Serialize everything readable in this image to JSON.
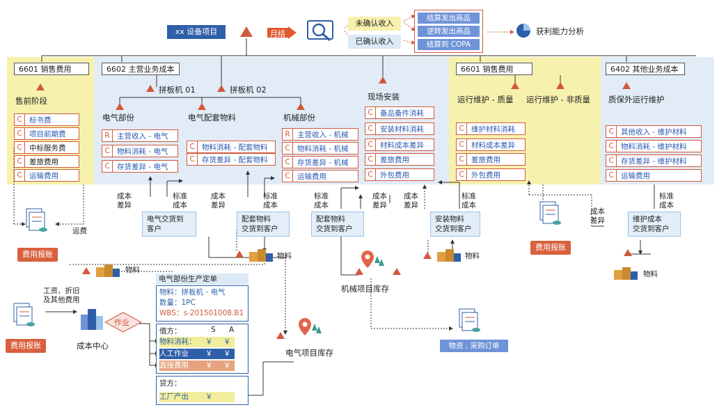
{
  "header": {
    "project": "xx 设备项目",
    "monthly": "月结",
    "unconfirmed": "未确认收入",
    "confirmed": "已确认收入",
    "outcomes": [
      "结算发出商品",
      "逆转发出商品",
      "结算到 COPA"
    ],
    "profit": "获利能力分析"
  },
  "zones": {
    "z6601a": {
      "acct": "6601  销售费用",
      "title": "售前阶段",
      "items": [
        [
          "C",
          "标书费"
        ],
        [
          "C",
          "项目前期费"
        ],
        [
          "C",
          "中标服务费"
        ],
        [
          "C",
          "差旅费用"
        ],
        [
          "C",
          "运输费用"
        ]
      ]
    },
    "z6602": {
      "acct": "6602  主营业务成本",
      "m1": "拼板机 01",
      "m2": "拼板机 02",
      "elec": {
        "title": "电气部份",
        "items": [
          [
            "R",
            "主营收入 - 电气"
          ],
          [
            "C",
            "物料消耗 - 电气"
          ],
          [
            "C",
            "存货差异 - 电气"
          ]
        ]
      },
      "elecpart": {
        "title": "电气配套物料",
        "items": [
          [
            "C",
            "物料消耗 - 配套物料"
          ],
          [
            "C",
            "存货差异 - 配套物料"
          ]
        ]
      },
      "mech": {
        "title": "机械部份",
        "items": [
          [
            "R",
            "主营收入 - 机械"
          ],
          [
            "C",
            "物料消耗 - 机械"
          ],
          [
            "C",
            "存货差异 - 机械"
          ],
          [
            "C",
            "运输费用"
          ]
        ]
      },
      "site": {
        "title": "现场安装",
        "items": [
          [
            "C",
            "备品备件消耗"
          ],
          [
            "C",
            "安装材料消耗"
          ],
          [
            "C",
            "材料成本差异"
          ],
          [
            "C",
            "差旅费用"
          ],
          [
            "C",
            "外包费用"
          ]
        ]
      }
    },
    "z6601b": {
      "acct": "6601  销售费用",
      "t1": "运行维护 - 质量",
      "t2": "运行维护 - 非质量",
      "items": [
        [
          "C",
          "维护材料消耗"
        ],
        [
          "C",
          "材料成本差异"
        ],
        [
          "C",
          "差旅费用"
        ],
        [
          "C",
          "外包费用"
        ]
      ]
    },
    "z6402": {
      "acct": "6402  其他业务成本",
      "title": "质保外运行维护",
      "items": [
        [
          "C",
          "其他收入 - 维护材料"
        ],
        [
          "C",
          "物料消耗 - 维护材料"
        ],
        [
          "C",
          "存货差异 - 维护材料"
        ],
        [
          "C",
          "运输费用"
        ]
      ]
    }
  },
  "flows": {
    "cost_diff": "成本\n差异",
    "std_cost": "标准\n成本",
    "elec_delivery": "电气交货到\n客户",
    "part_delivery": "配套物料\n交货到客户",
    "part_delivery2": "配套物料\n交货到客户",
    "install_delivery": "安装物料\n交货到客户",
    "maint_delivery": "维护成本\n交货到客户",
    "freight": "运费",
    "material": "物料",
    "mech_stock": "机械项目库存",
    "elec_stock": "电气项目库存",
    "purchase": "物资 , 采购订单",
    "expense": "费用报账",
    "wages": "工资、折旧\n及其他费用",
    "cost_center": "成本中心",
    "activity": "作业"
  },
  "order": {
    "title": "电气部份生产定单",
    "info": [
      "物料：拼板机 - 电气",
      "数量：1PC",
      "WBS：s-201501008.B1"
    ],
    "debit": "借方：",
    "s": "S",
    "a": "A",
    "rows": [
      [
        "物料消耗：",
        "￥",
        "￥"
      ],
      [
        "人工作业",
        "￥",
        "￥"
      ],
      [
        "直接费用",
        "￥",
        "￥"
      ]
    ],
    "credit": "贷方：",
    "credit_row": [
      "工厂产出",
      "￥"
    ]
  },
  "colors": {
    "yellow": "#f5f0a8",
    "blue": "#deebf7",
    "red": "#d0593c",
    "navy": "#2e5fa8"
  }
}
